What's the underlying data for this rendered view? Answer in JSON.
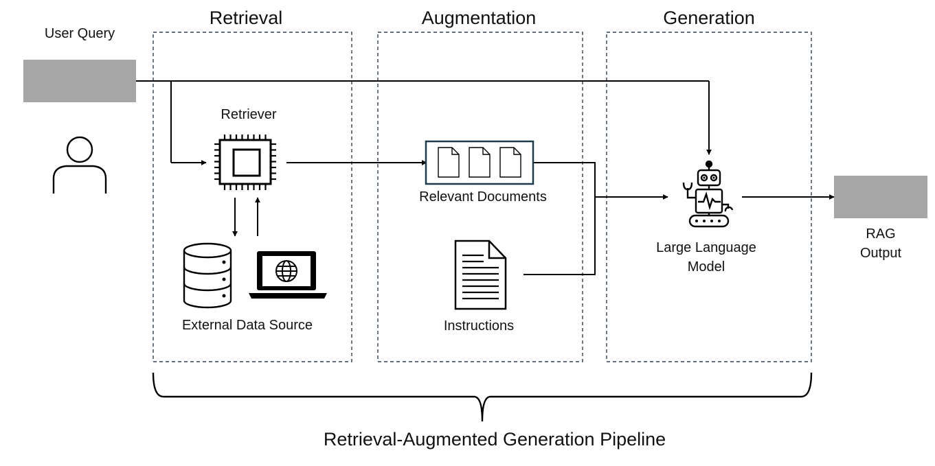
{
  "sections": {
    "retrieval": "Retrieval",
    "augmentation": "Augmentation",
    "generation": "Generation"
  },
  "nodes": {
    "user_query": "User Query",
    "retriever": "Retriever",
    "external_data_source": "External Data Source",
    "relevant_documents": "Relevant Documents",
    "instructions": "Instructions",
    "llm_line1": "Large Language",
    "llm_line2": "Model",
    "rag_line1": "RAG",
    "rag_line2": "Output"
  },
  "footer": {
    "pipeline_label": "Retrieval-Augmented Generation Pipeline"
  },
  "icons": {
    "user": "person-icon",
    "retriever": "chip-icon",
    "database": "database-icon",
    "laptop": "laptop-globe-icon",
    "documents": "documents-icon",
    "instructions": "document-icon",
    "llm": "robot-icon"
  },
  "colors": {
    "placeholder_fill": "#a6a6a6",
    "document_box_border": "#1f3a4a",
    "line": "#000000",
    "section_border": "#2f3f4f"
  }
}
